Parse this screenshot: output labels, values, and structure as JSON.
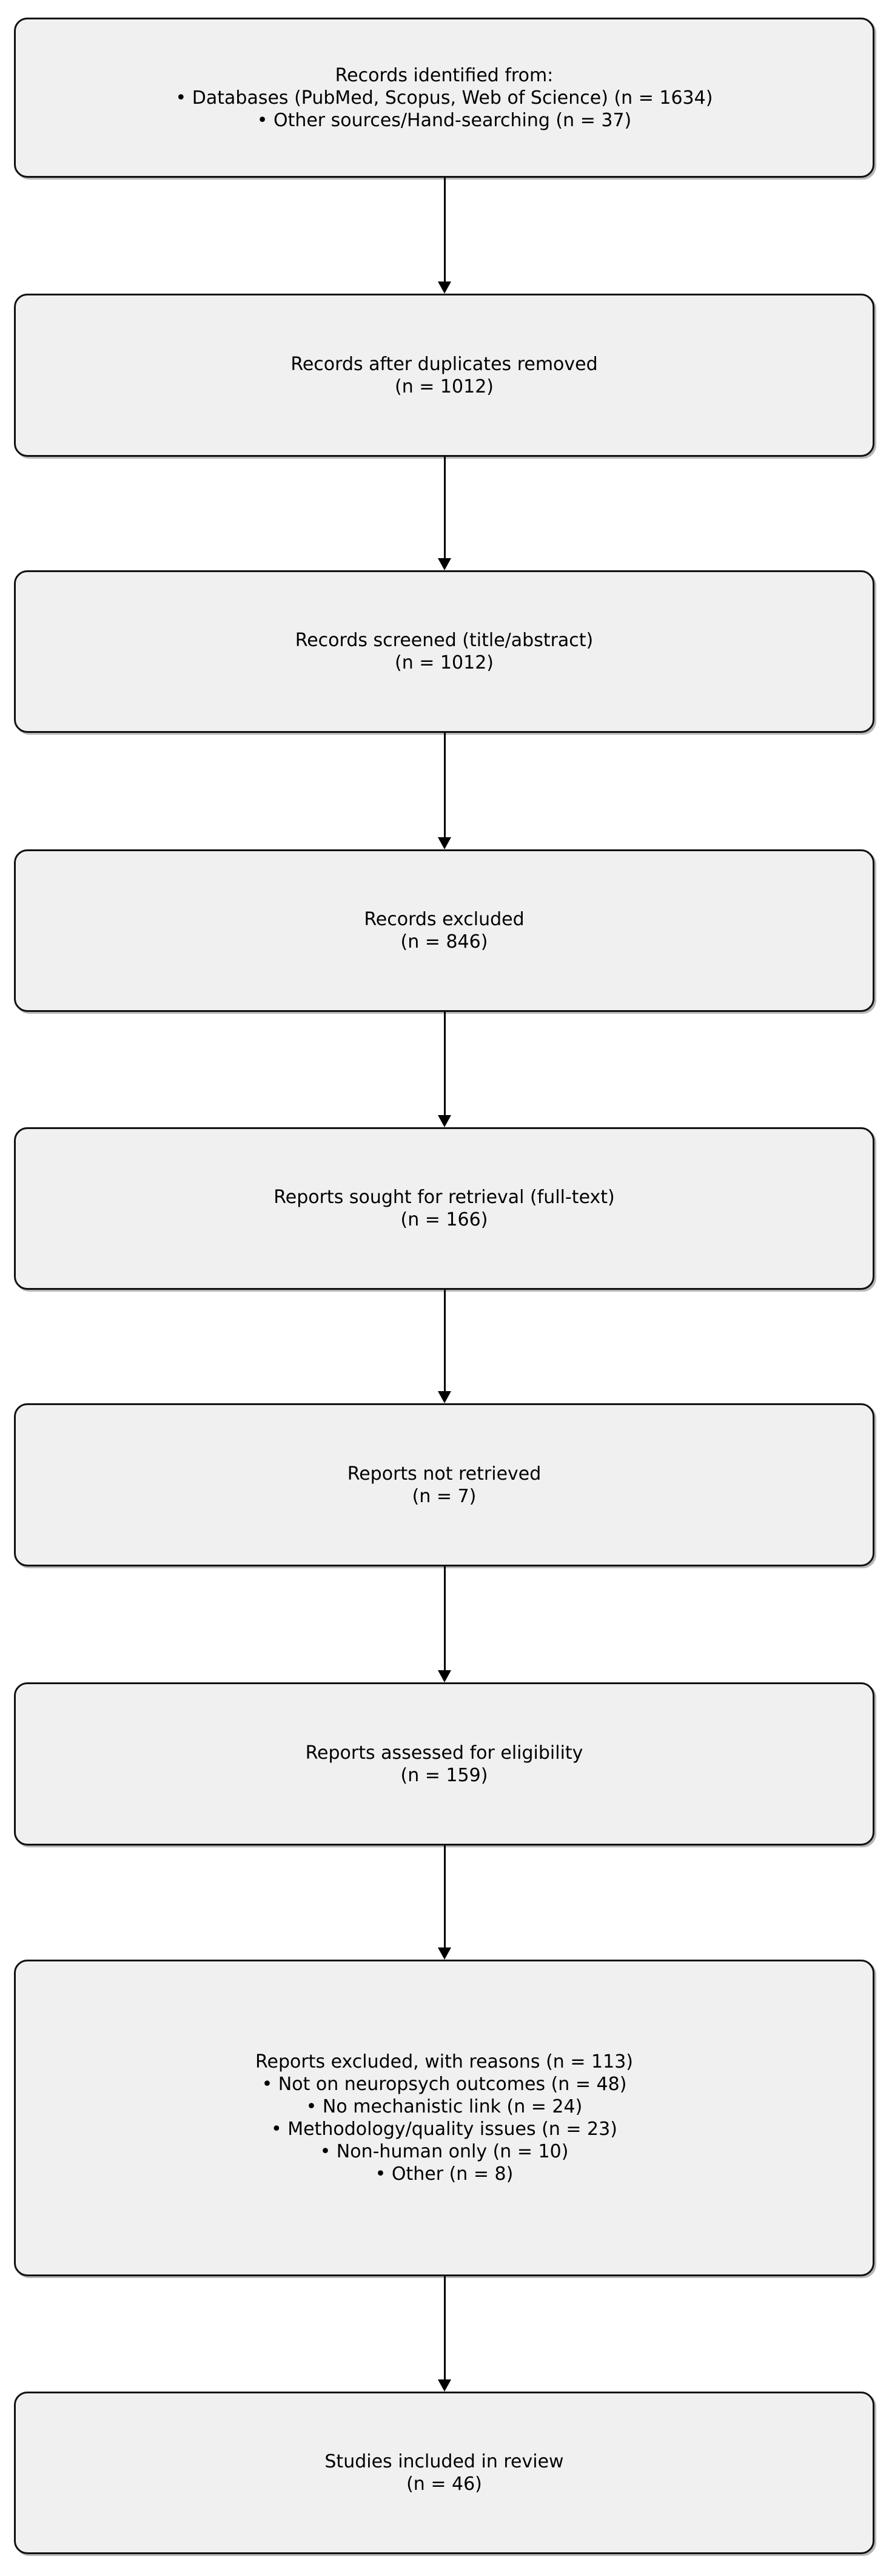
{
  "diagram": {
    "type": "prisma-flow-diagram",
    "orientation": "vertical",
    "colors": {
      "box_fill": "#f0f0f0",
      "box_border": "#111111",
      "text": "#000000",
      "arrow": "#000000",
      "background": "#ffffff"
    },
    "nodes": [
      {
        "id": "identification",
        "text": "Records identified from:\n• Databases (PubMed, Scopus, Web of Science) (n = 1634)\n• Other sources/Hand-searching (n = 37)",
        "lines": [
          "Records identified from:",
          "• Databases (PubMed, Scopus, Web of Science) (n = 1634)",
          "• Other sources/Hand-searching (n = 37)"
        ],
        "counts": {
          "databases": 1634,
          "other_sources": 37
        }
      },
      {
        "id": "duplicates-removed",
        "text": "Records after duplicates removed\n(n = 1012)",
        "lines": [
          "Records after duplicates removed",
          "(n = 1012)"
        ],
        "counts": {
          "n": 1012
        }
      },
      {
        "id": "records-screened",
        "text": "Records screened (title/abstract)\n(n = 1012)",
        "lines": [
          "Records screened (title/abstract)",
          "(n = 1012)"
        ],
        "counts": {
          "n": 1012
        }
      },
      {
        "id": "records-excluded",
        "text": "Records excluded\n(n = 846)",
        "lines": [
          "Records excluded",
          "(n = 846)"
        ],
        "counts": {
          "n": 846
        }
      },
      {
        "id": "reports-sought",
        "text": "Reports sought for retrieval (full-text)\n(n = 166)",
        "lines": [
          "Reports sought for retrieval (full-text)",
          "(n = 166)"
        ],
        "counts": {
          "n": 166
        }
      },
      {
        "id": "reports-not-retrieved",
        "text": "Reports not retrieved\n(n = 7)",
        "lines": [
          "Reports not retrieved",
          "(n = 7)"
        ],
        "counts": {
          "n": 7
        }
      },
      {
        "id": "reports-assessed",
        "text": "Reports assessed for eligibility\n(n = 159)",
        "lines": [
          "Reports assessed for eligibility",
          "(n = 159)"
        ],
        "counts": {
          "n": 159
        }
      },
      {
        "id": "reports-excluded-with-reasons",
        "text": "Reports excluded, with reasons (n = 113)\n• Not on neuropsych outcomes (n = 48)\n• No mechanistic link (n = 24)\n• Methodology/quality issues (n = 23)\n• Non-human only (n = 10)\n• Other (n = 8)",
        "lines": [
          "Reports excluded, with reasons (n = 113)",
          "• Not on neuropsych outcomes (n = 48)",
          "• No mechanistic link (n = 24)",
          "• Methodology/quality issues (n = 23)",
          "• Non-human only (n = 10)",
          "• Other (n = 8)"
        ],
        "counts": {
          "total": 113,
          "not_on_neuropsych_outcomes": 48,
          "no_mechanistic_link": 24,
          "methodology_quality_issues": 23,
          "non_human_only": 10,
          "other": 8
        }
      },
      {
        "id": "studies-included",
        "text": "Studies included in review\n(n = 46)",
        "lines": [
          "Studies included in review",
          "(n = 46)"
        ],
        "counts": {
          "n": 46
        }
      }
    ],
    "edges": [
      {
        "id": "edge-1",
        "from": "identification",
        "to": "duplicates-removed",
        "marker": "arrow-down"
      },
      {
        "id": "edge-2",
        "from": "duplicates-removed",
        "to": "records-screened",
        "marker": "arrow-down"
      },
      {
        "id": "edge-3",
        "from": "records-screened",
        "to": "records-excluded",
        "marker": "arrow-down"
      },
      {
        "id": "edge-4",
        "from": "records-excluded",
        "to": "reports-sought",
        "marker": "arrow-down"
      },
      {
        "id": "edge-5",
        "from": "reports-sought",
        "to": "reports-not-retrieved",
        "marker": "arrow-down"
      },
      {
        "id": "edge-6",
        "from": "reports-not-retrieved",
        "to": "reports-assessed",
        "marker": "arrow-down"
      },
      {
        "id": "edge-7",
        "from": "reports-assessed",
        "to": "reports-excluded-with-reasons",
        "marker": "arrow-down"
      },
      {
        "id": "edge-8",
        "from": "reports-excluded-with-reasons",
        "to": "studies-included",
        "marker": "arrow-down"
      }
    ]
  }
}
